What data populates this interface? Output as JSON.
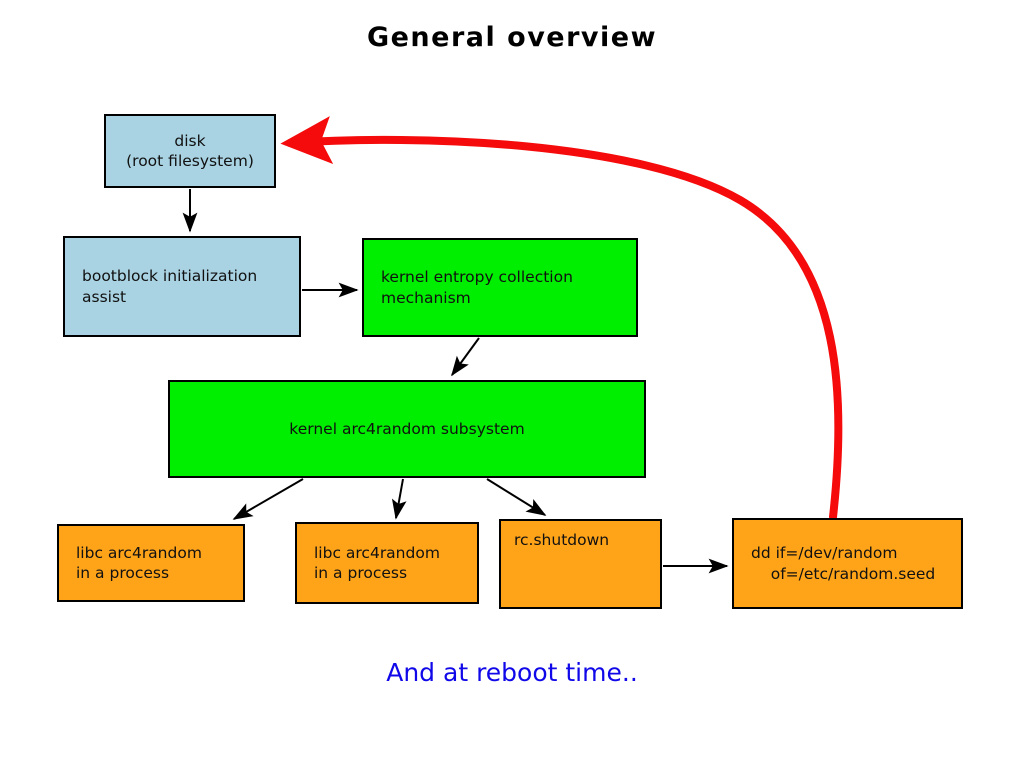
{
  "slide": {
    "title": "General overview",
    "caption": "And at reboot time.."
  },
  "colors": {
    "blue_fill": "#a9d3e3",
    "green_fill": "#00ef00",
    "orange_fill": "#ffa318",
    "red_arrow": "#f50b0b",
    "caption_text": "#1008e8",
    "border": "#000000",
    "background": "#ffffff"
  },
  "nodes": [
    {
      "id": "disk",
      "label": "disk\n(root filesystem)",
      "fill": "blue",
      "align": "center"
    },
    {
      "id": "bootblock",
      "label": "bootblock initialization\nassist",
      "fill": "blue",
      "align": "left"
    },
    {
      "id": "entropy",
      "label": "kernel entropy collection\nmechanism",
      "fill": "green",
      "align": "left"
    },
    {
      "id": "arc4",
      "label": "kernel arc4random subsystem",
      "fill": "green",
      "align": "center"
    },
    {
      "id": "libc1",
      "label": "libc arc4random\nin a process",
      "fill": "orange",
      "align": "left"
    },
    {
      "id": "libc2",
      "label": "libc arc4random\nin a process",
      "fill": "orange",
      "align": "left"
    },
    {
      "id": "rcshutdown",
      "label": "rc.shutdown",
      "fill": "orange",
      "align": "topleft"
    },
    {
      "id": "dd",
      "label": "dd if=/dev/random\n    of=/etc/random.seed",
      "fill": "orange",
      "align": "left"
    }
  ],
  "edges": [
    {
      "id": "disk-to-bootblock",
      "from": "disk",
      "to": "bootblock",
      "color": "black",
      "style": "straight"
    },
    {
      "id": "bootblock-to-entropy",
      "from": "bootblock",
      "to": "entropy",
      "color": "black",
      "style": "straight"
    },
    {
      "id": "entropy-to-arc4",
      "from": "entropy",
      "to": "arc4",
      "color": "black",
      "style": "straight"
    },
    {
      "id": "arc4-to-libc1",
      "from": "arc4",
      "to": "libc1",
      "color": "black",
      "style": "straight"
    },
    {
      "id": "arc4-to-libc2",
      "from": "arc4",
      "to": "libc2",
      "color": "black",
      "style": "straight"
    },
    {
      "id": "arc4-to-rcshutdown",
      "from": "arc4",
      "to": "rcshutdown",
      "color": "black",
      "style": "straight"
    },
    {
      "id": "rcshutdown-to-dd",
      "from": "rcshutdown",
      "to": "dd",
      "color": "black",
      "style": "straight"
    },
    {
      "id": "dd-to-disk-reboot",
      "from": "dd",
      "to": "disk",
      "color": "red",
      "style": "curved"
    }
  ]
}
